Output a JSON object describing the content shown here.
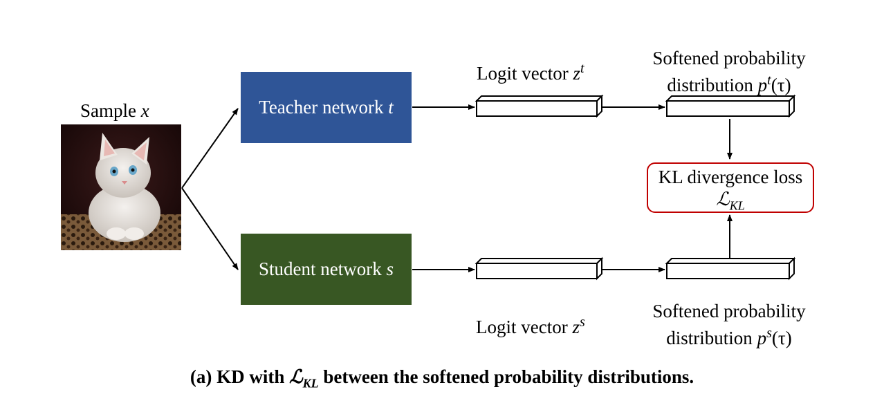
{
  "sample": {
    "label": "Sample ",
    "var": "x"
  },
  "teacher": {
    "label": "Teacher network ",
    "var": "t",
    "color": "#2f5597"
  },
  "student": {
    "label": "Student network ",
    "var": "s",
    "color": "#385723"
  },
  "logit_teacher": {
    "label": "Logit vector ",
    "var": "z",
    "sup": "t"
  },
  "logit_student": {
    "label": "Logit vector ",
    "var": "z",
    "sup": "s"
  },
  "soft_teacher": {
    "line1": "Softened probability",
    "line2": "distribution ",
    "var": "p",
    "sup": "t",
    "arg": "(τ)"
  },
  "soft_student": {
    "line1": "Softened probability",
    "line2": "distribution ",
    "var": "p",
    "sup": "s",
    "arg": "(τ)"
  },
  "loss": {
    "line1": "KL divergence loss",
    "symbol": "ℒ",
    "sub": "KL",
    "border_color": "#c00000"
  },
  "caption": {
    "prefix": "(a) KD with ",
    "symbol": "ℒ",
    "sub": "KL",
    "suffix": " between the softened probability distributions."
  },
  "icons": {
    "sample_image": "kitten-photo-icon"
  }
}
